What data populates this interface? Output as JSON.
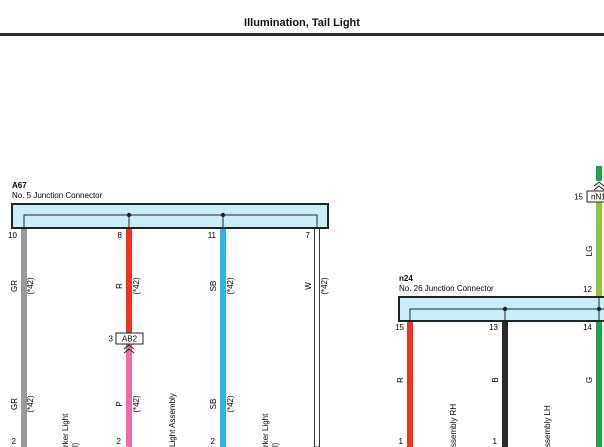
{
  "title": "Illumination, Tail Light",
  "connectors": [
    {
      "id": "A67",
      "name": "No. 5 Junction Connector"
    },
    {
      "id": "n24",
      "name": "No. 26 Junction Connector"
    }
  ],
  "inline_connectors": [
    {
      "id": "AB2",
      "pin": "3"
    },
    {
      "id": "nN1",
      "pin": "15"
    }
  ],
  "wires": [
    {
      "pin": "10",
      "color": "GR",
      "hex": "#9a9a9e",
      "note": "(*42)",
      "lower_color": "GR",
      "lower_hex": "#9a9a9e",
      "lower_note": "(*42)",
      "end_pin": "2"
    },
    {
      "pin": "8",
      "color": "R",
      "hex": "#f0331f",
      "note": "(*42)",
      "lower_color": "P",
      "lower_hex": "#f06aa8",
      "lower_note": "(*42)",
      "end_pin": "2"
    },
    {
      "pin": "11",
      "color": "SB",
      "hex": "#29b6ea",
      "note": "(*42)",
      "lower_color": "SB",
      "lower_hex": "#29b6ea",
      "lower_note": "(*42)",
      "end_pin": "2"
    },
    {
      "pin": "7",
      "color": "W",
      "hex": "#ffffff",
      "note": "(*42)"
    },
    {
      "pin": "15",
      "color": "R",
      "hex": "#f0331f",
      "end_pin": "1"
    },
    {
      "pin": "13",
      "color": "B",
      "hex": "#2a2a2a",
      "end_pin": "1"
    },
    {
      "pin": "14",
      "color": "G",
      "hex": "#1ea54a",
      "end_pin": ""
    },
    {
      "pin": "12",
      "color": "LG",
      "hex": "#8cc63f"
    }
  ],
  "components": [
    "rker Light",
    "l)",
    "Light Assembly",
    "rker Light",
    "l)",
    "ssembly RH",
    "ssembly LH"
  ],
  "colors": {
    "connector_fill": "#c8eef7",
    "outline": "#222222"
  }
}
